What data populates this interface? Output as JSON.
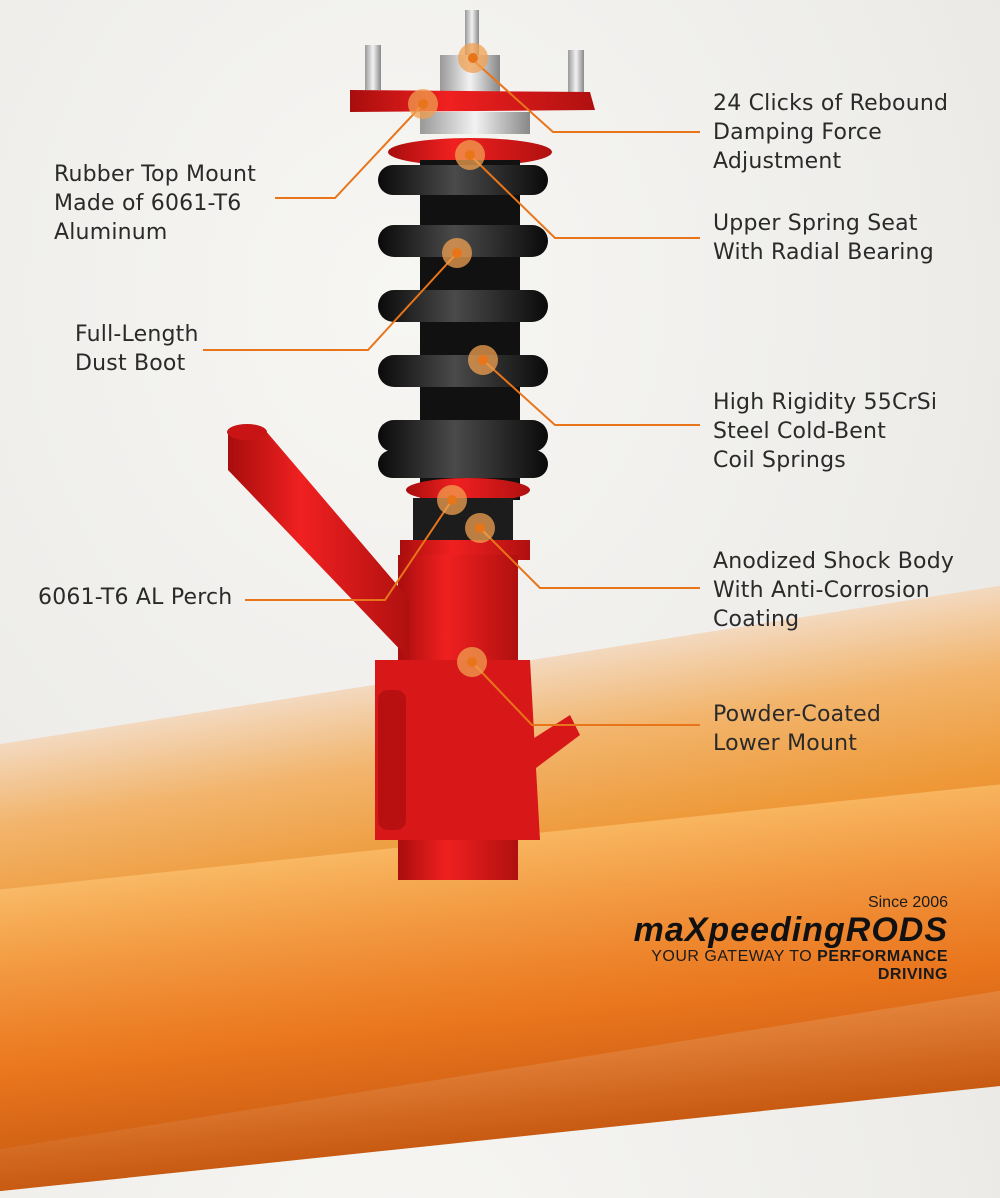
{
  "callouts": {
    "rebound": {
      "lines": [
        "24 Clicks of Rebound",
        "Damping Force",
        "Adjustment"
      ]
    },
    "spring_seat": {
      "lines": [
        "Upper Spring Seat",
        "With Radial Bearing"
      ]
    },
    "springs": {
      "lines": [
        "High Rigidity 55CrSi",
        "Steel Cold-Bent",
        "Coil Springs"
      ]
    },
    "shock_body": {
      "lines": [
        "Anodized Shock Body",
        "With Anti-Corrosion",
        "Coating"
      ]
    },
    "lower_mount": {
      "lines": [
        "Powder-Coated",
        "Lower Mount"
      ]
    },
    "top_mount": {
      "lines": [
        "Rubber Top Mount",
        "Made of 6061-T6",
        "Aluminum"
      ]
    },
    "dust_boot": {
      "lines": [
        "Full-Length",
        "Dust Boot"
      ]
    },
    "perch": {
      "lines": [
        "6061-T6 AL Perch"
      ]
    }
  },
  "logo": {
    "since": "Since 2006",
    "brand": "maXpeedingRODS",
    "tagline_prefix": "YOUR GATEWAY TO ",
    "tagline_bold": "PERFORMANCE DRIVING"
  },
  "colors": {
    "accent": "#e8751a",
    "strut_red": "#e01a1a",
    "spring_black": "#1a1a1a"
  }
}
